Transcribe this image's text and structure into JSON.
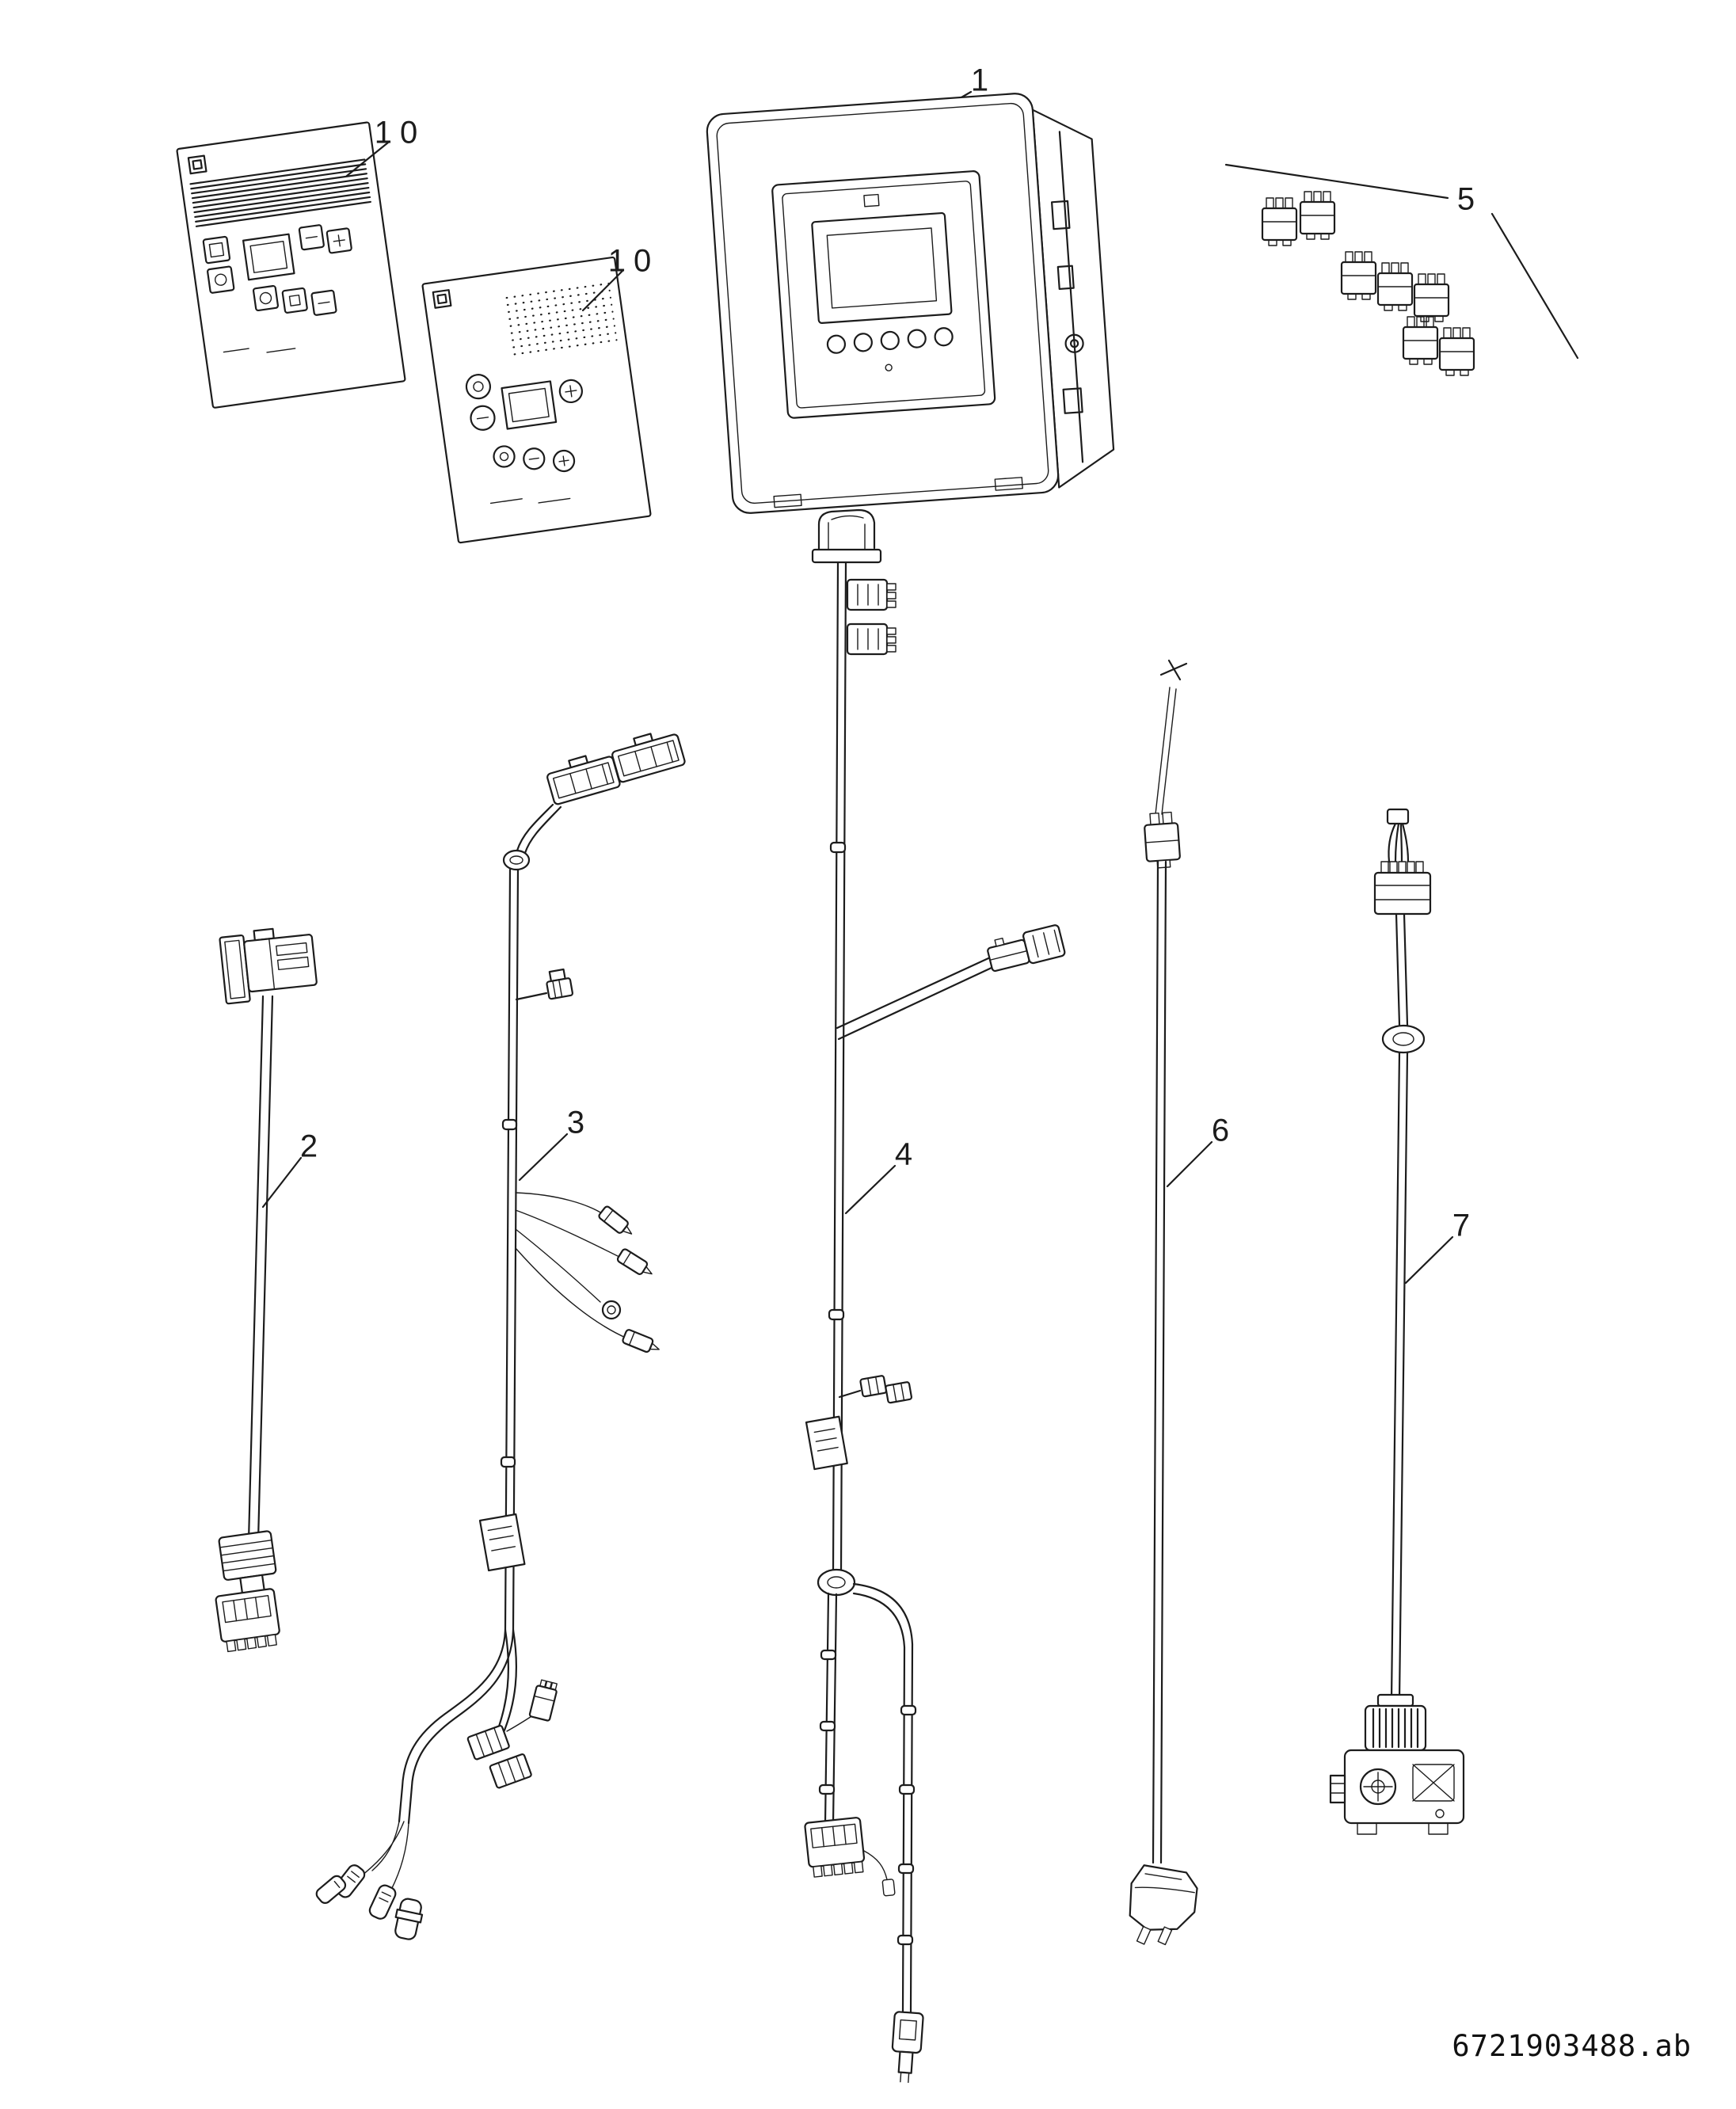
{
  "page": {
    "background_color": "#ffffff",
    "line_color": "#1c1c1c",
    "doc_number": "6721903488.ab"
  },
  "callouts": [
    {
      "part": "front-panel-overlay-a",
      "label": "10"
    },
    {
      "part": "front-panel-overlay-b",
      "label": "10"
    },
    {
      "part": "control-unit-housing",
      "label": "1"
    },
    {
      "part": "connector-kit",
      "label": "5"
    },
    {
      "part": "cable-harness-2",
      "label": "2"
    },
    {
      "part": "cable-harness-3",
      "label": "3"
    },
    {
      "part": "cable-harness-4",
      "label": "4"
    },
    {
      "part": "power-supply-cable-6",
      "label": "6"
    },
    {
      "part": "valve-cable-7",
      "label": "7"
    }
  ]
}
